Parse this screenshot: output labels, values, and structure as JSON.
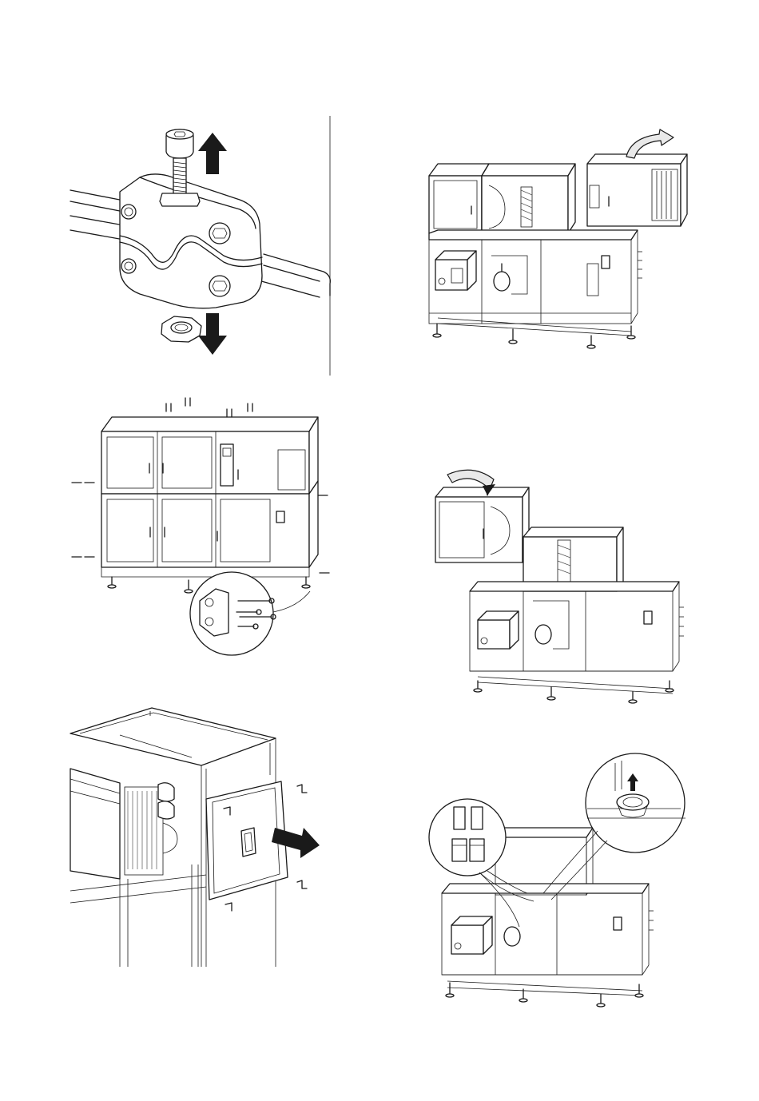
{
  "page": {
    "background": "#ffffff",
    "line_color": "#1a1a1a",
    "arrow_color": "#1a1a1a"
  },
  "figures": [
    {
      "id": "fig1",
      "icons": [
        "bolt-icon",
        "nut-icon",
        "clamp-icon",
        "arrow-up-icon",
        "arrow-down-icon"
      ]
    },
    {
      "id": "fig2",
      "icons": [
        "lift-arrow-icon",
        "unit-module-icon",
        "adjustable-foot-icon"
      ]
    },
    {
      "id": "fig3",
      "icons": [
        "screw-icon",
        "bracket-plate-icon",
        "magnifier-callout-icon"
      ]
    },
    {
      "id": "fig4",
      "icons": [
        "lift-arrow-icon",
        "fan-module-icon",
        "compressor-icon"
      ]
    },
    {
      "id": "fig5",
      "icons": [
        "door-panel-icon",
        "door-handle-icon",
        "hinge-icon",
        "pull-arrow-icon"
      ]
    },
    {
      "id": "fig6",
      "icons": [
        "pipe-coupling-icon",
        "drain-outlet-icon",
        "magnifier-callout-icon"
      ]
    }
  ]
}
